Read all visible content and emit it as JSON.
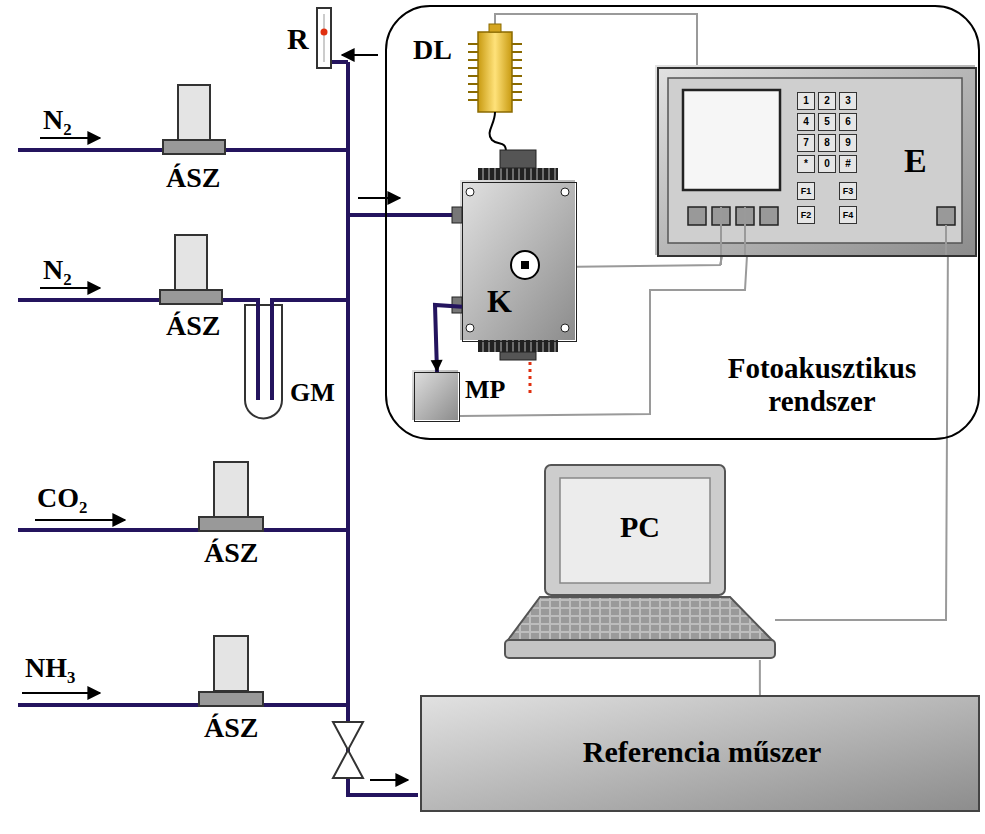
{
  "diagram": {
    "nodes": [
      {
        "text": [
          "Fotoakusztikus rendszer"
        ]
      },
      {
        "text": [
          "K"
        ],
        "in": 0
      },
      {
        "text": [
          "MP"
        ],
        "in": 0
      },
      {
        "text": [
          "E"
        ],
        "in": 0
      },
      {
        "text": [
          "PC"
        ]
      },
      {
        "text": [
          "Referencia műszer"
        ]
      }
    ],
    "edges": [
      {
        "from": 1,
        "to": 2,
        "arrow": "to"
      },
      {
        "from": 1,
        "to": 3,
        "arrow": "none"
      },
      {
        "from": 2,
        "to": 3,
        "arrow": "none"
      },
      {
        "from": 3,
        "to": 4,
        "arrow": "none"
      },
      {
        "from": 4,
        "to": 5,
        "arrow": "none"
      }
    ],
    "labels": [
      "R",
      "N₂",
      "ÁSZ",
      "N₂",
      "ÁSZ",
      "GM",
      "CO₂",
      "ÁSZ",
      "NH₃",
      "ÁSZ",
      "DL",
      "1",
      "2",
      "3",
      "4",
      "5",
      "6",
      "7",
      "8",
      "9",
      "*",
      "0",
      "#",
      "F1",
      "F3",
      "F2",
      "F4"
    ]
  }
}
